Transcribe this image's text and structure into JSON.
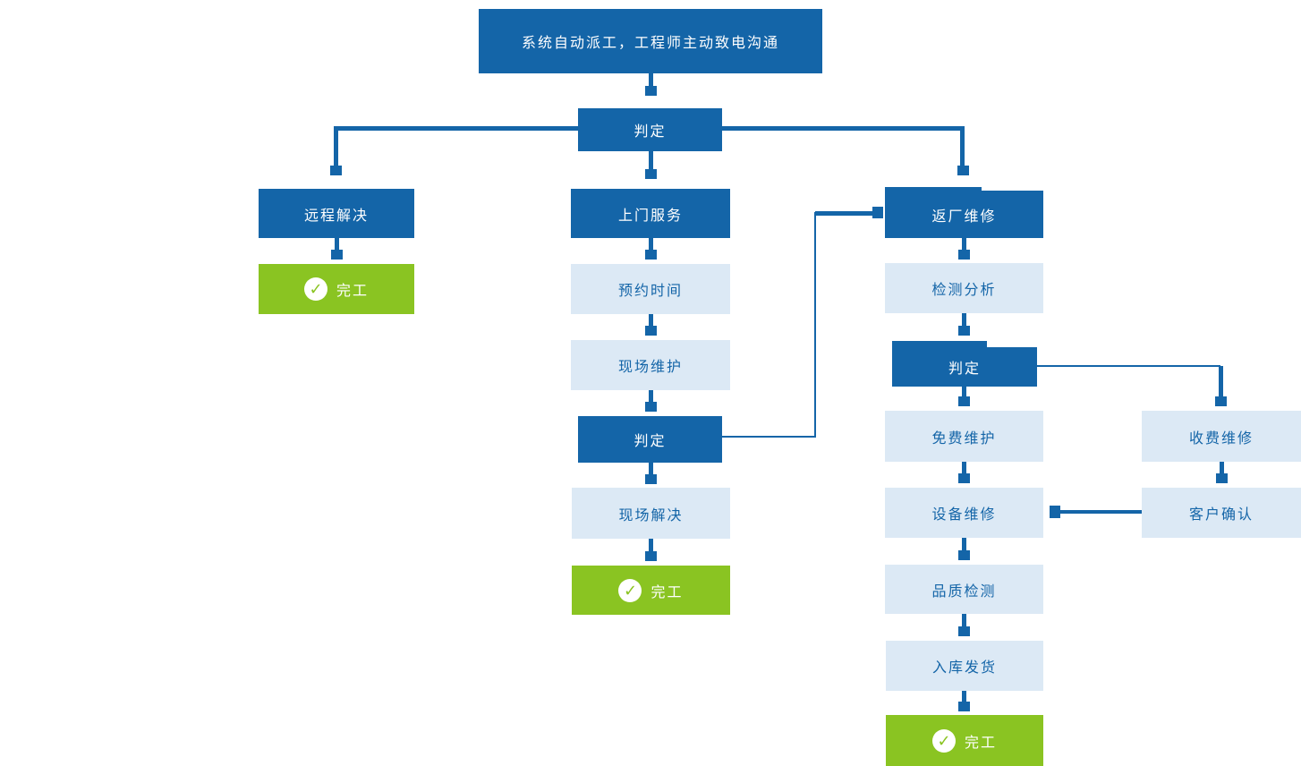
{
  "palette": {
    "blue": "#1465a8",
    "light_blue": "#dce9f5",
    "green": "#8ac422",
    "text_on_dark": "#ffffff",
    "text_on_light": "#1465a8"
  },
  "icons": {
    "check": "✓"
  },
  "nodes": {
    "dispatch": {
      "label": "系统自动派工，工程师主动致电沟通"
    },
    "judge_top": {
      "label": "判定"
    },
    "remote": {
      "label": "远程解决"
    },
    "done_remote": {
      "label": "完工"
    },
    "onsite": {
      "label": "上门服务"
    },
    "schedule": {
      "label": "预约时间"
    },
    "field_maintain": {
      "label": "现场维护"
    },
    "judge_onsite": {
      "label": "判定"
    },
    "field_solve": {
      "label": "现场解决"
    },
    "done_onsite": {
      "label": "完工"
    },
    "factory_repair": {
      "label": "返厂维修"
    },
    "analyze": {
      "label": "检测分析"
    },
    "judge_factory": {
      "label": "判定"
    },
    "free_maintain": {
      "label": "免费维护"
    },
    "paid_repair": {
      "label": "收费维修"
    },
    "device_repair": {
      "label": "设备维修"
    },
    "customer_confirm": {
      "label": "客户确认"
    },
    "quality_check": {
      "label": "品质检测"
    },
    "stock_ship": {
      "label": "入库发货"
    },
    "done_factory": {
      "label": "完工"
    }
  }
}
